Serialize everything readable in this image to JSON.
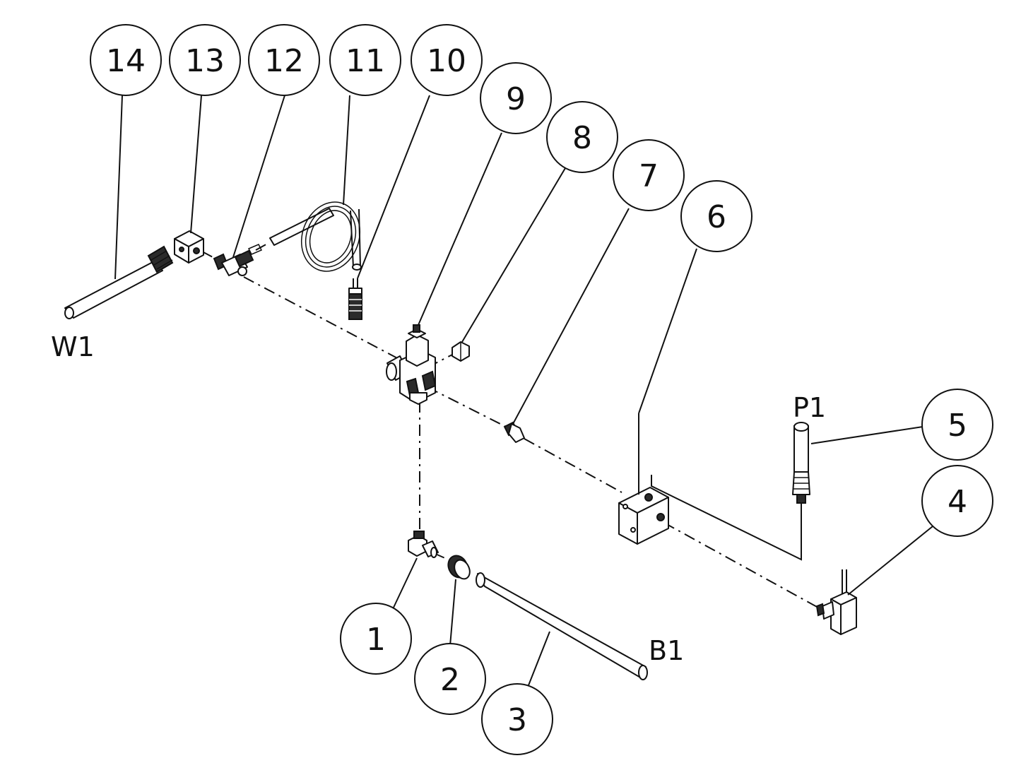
{
  "callouts": [
    "1",
    "2",
    "3",
    "4",
    "5",
    "6",
    "7",
    "8",
    "9",
    "10",
    "11",
    "12",
    "13",
    "14"
  ],
  "line_labels": {
    "w1": "W1",
    "p1": "P1",
    "b1": "B1"
  },
  "colors": {
    "ink": "#111111",
    "paper": "#ffffff"
  }
}
